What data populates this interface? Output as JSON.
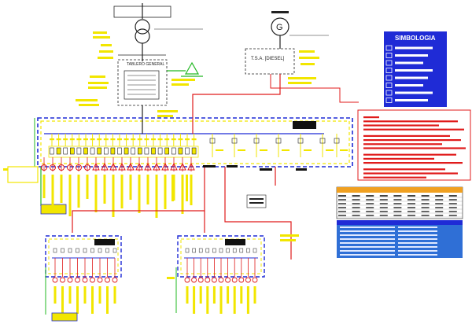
{
  "legend": {
    "title": "SIMBOLOGIA",
    "item_count": 8
  },
  "blocks": {
    "tsa_label": "T.S.A. [DIESEL]",
    "tg_label": "TABLERO GENERAL",
    "generator_symbol": "G"
  },
  "colors": {
    "bus_blue": "#1f2bd6",
    "dash_yellow": "#f2e600",
    "feeder_red": "#e01b1b",
    "ground_green": "#22b822",
    "drawing_black": "#222222",
    "table_orange": "#f0a020",
    "table_blue": "#2f6fd6"
  }
}
